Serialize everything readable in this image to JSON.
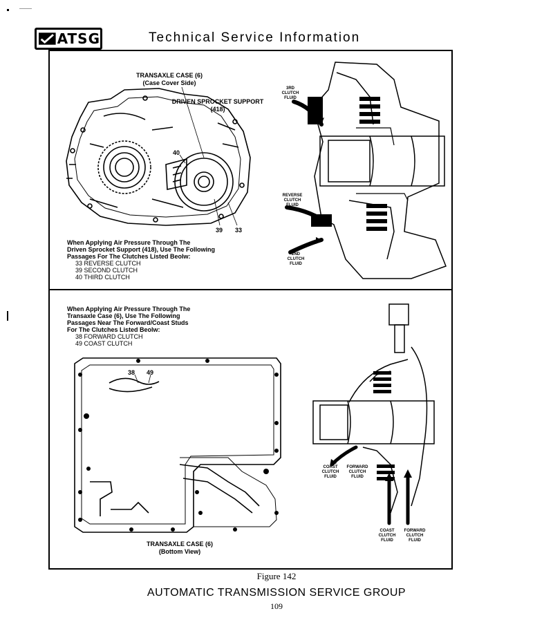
{
  "header": {
    "logo_text": "ATSG",
    "title": "Technical Service Information"
  },
  "top_panel": {
    "case_label": "TRANSAXLE CASE (6)",
    "case_sublabel": "(Case Cover Side)",
    "support_label": "DRIVEN SPROCKET SUPPORT",
    "support_number": "(418)",
    "callouts": [
      "40",
      "39",
      "33"
    ],
    "note_lines": [
      "When Applying Air Pressure Through The",
      "Driven Sprocket Support (418), Use The Following",
      "Passages For The Clutches Listed Beolw:"
    ],
    "clutches": [
      "33  REVERSE CLUTCH",
      "39  SECOND CLUTCH",
      "40  THIRD CLUTCH"
    ],
    "fluid_labels": {
      "third": [
        "3RD",
        "CLUTCH",
        "FLUID"
      ],
      "reverse": [
        "REVERSE",
        "CLUTCH",
        "FLUID"
      ],
      "second": [
        "2ND",
        "CLUTCH",
        "FLUID"
      ]
    }
  },
  "bottom_panel": {
    "note_lines": [
      "When Applying Air Pressure Through The",
      "Transaxle Case (6), Use The Following",
      "Passages Near The Forward/Coast Studs",
      "For The Clutches Listed Beolw:"
    ],
    "clutches": [
      "38  FORWARD CLUTCH",
      "49  COAST CLUTCH"
    ],
    "callouts": [
      "38",
      "49"
    ],
    "case_label": "TRANSAXLE CASE (6)",
    "case_sublabel": "(Bottom View)",
    "fluid_labels": {
      "coast_upper": [
        "COAST",
        "CLUTCH",
        "FLUID"
      ],
      "forward_upper": [
        "FORWARD",
        "CLUTCH",
        "FLUID"
      ],
      "coast_lower": [
        "COAST",
        "CLUTCH",
        "FLUID"
      ],
      "forward_lower": [
        "FORWARD",
        "CLUTCH",
        "FLUID"
      ]
    }
  },
  "figure_caption": "Figure 142",
  "footer": "AUTOMATIC TRANSMISSION SERVICE GROUP",
  "page_number": "109"
}
